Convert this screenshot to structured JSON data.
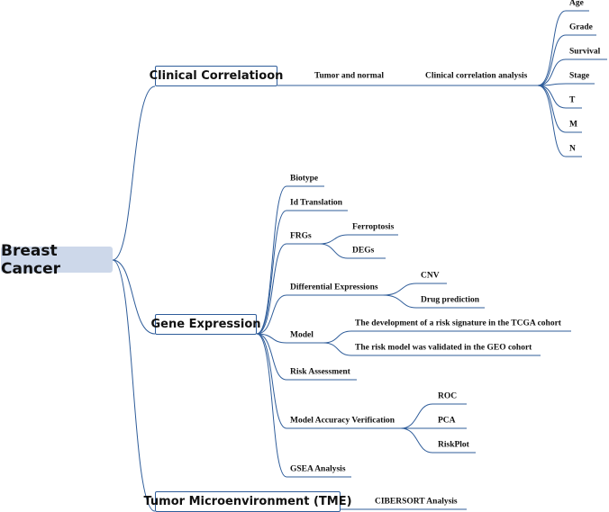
{
  "root": "Breast Cancer",
  "branches": {
    "clinical": {
      "title": "Clinical Correlatioon",
      "tumor_normal": "Tumor and normal",
      "analysis": "Clinical correlation analysis",
      "leaves": [
        "Age",
        "Grade",
        "Survival",
        "Stage",
        "T",
        "M",
        "N"
      ]
    },
    "gene": {
      "title": "Gene Expression",
      "biotype": "Biotype",
      "id_translation": "Id Translation",
      "frgs": "FRGs",
      "frgs_children": [
        "Ferroptosis",
        "DEGs"
      ],
      "diff_expr": "Differential Expressions",
      "diff_children": [
        "CNV",
        "Drug prediction"
      ],
      "model": "Model",
      "model_children": [
        "The development of a risk signature in the TCGA cohort",
        "The risk model was validated in the GEO cohort"
      ],
      "risk_assessment": "Risk Assessment",
      "accuracy": "Model Accuracy Verification",
      "accuracy_children": [
        "ROC",
        "PCA",
        "RiskPlot"
      ],
      "gsea": "GSEA Analysis"
    },
    "tme": {
      "title": "Tumor Microenvironment (TME)",
      "cibersort": "CIBERSORT Analysis"
    }
  }
}
